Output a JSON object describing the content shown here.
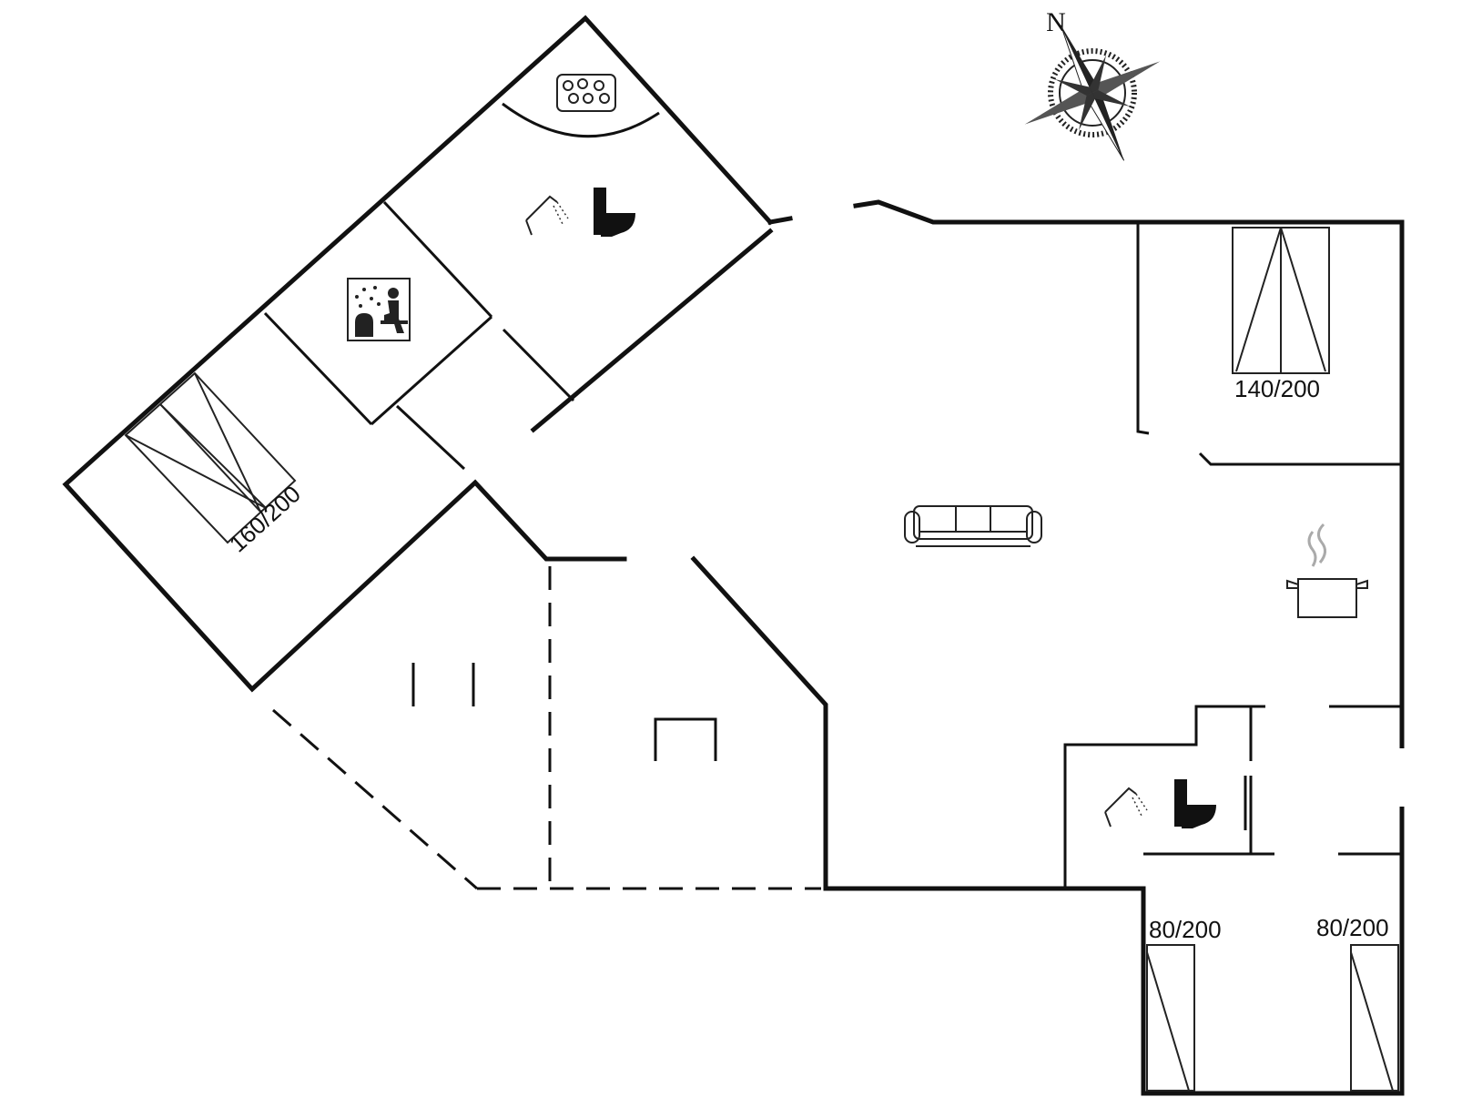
{
  "compass": {
    "north_label": "N",
    "icon": "compass-rose-icon"
  },
  "beds": {
    "bedroom_1": "160/200",
    "bedroom_2": "140/200",
    "bedroom_3_left": "80/200",
    "bedroom_3_right": "80/200"
  },
  "icons": {
    "spa": "hot-tub-icon",
    "bathroom_1": [
      "shower-icon",
      "toilet-icon"
    ],
    "sauna": "sauna-icon",
    "living": "sofa-icon",
    "kitchen": "cooking-pot-icon",
    "bathroom_2": [
      "shower-icon",
      "toilet-icon"
    ]
  }
}
